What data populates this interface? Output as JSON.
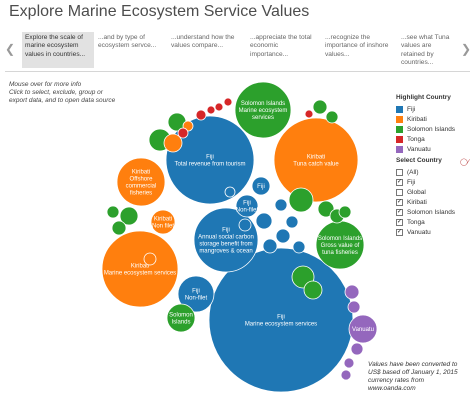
{
  "title": "Explore Marine Ecosystem Service Values",
  "story": {
    "prev_icon": "chevron-left-icon",
    "next_icon": "chevron-right-icon",
    "points": [
      {
        "lines": [
          "Explore the scale of",
          "marine ecosystem",
          "values in countries..."
        ],
        "active": true
      },
      {
        "lines": [
          "...and by type of",
          "ecosystem servce..."
        ],
        "active": false
      },
      {
        "lines": [
          "...understand how the",
          "values compare..."
        ],
        "active": false
      },
      {
        "lines": [
          "...appreciate the total",
          "economic",
          "importance..."
        ],
        "active": false
      },
      {
        "lines": [
          "...recognize the",
          "importance of inshore",
          "values..."
        ],
        "active": false
      },
      {
        "lines": [
          "...see what Tuna",
          "values are retained by",
          "countries..."
        ],
        "active": false
      }
    ]
  },
  "instructions": [
    "Mouse over for more info",
    "Click to select, exclude, group or",
    "export data, and to open data source"
  ],
  "colors": {
    "Fiji": "#1f77b4",
    "Kiribati": "#ff7f0e",
    "Solomon Islands": "#2ca02c",
    "Tonga": "#d62728",
    "Vanuatu": "#9467bd"
  },
  "legend": {
    "title": "Highlight Country",
    "items": [
      "Fiji",
      "Kiribati",
      "Solomon Islands",
      "Tonga",
      "Vanuatu"
    ]
  },
  "filter": {
    "title": "Select Country",
    "clear_icon": "clear-filter-icon",
    "options": [
      {
        "label": "(All)",
        "checked": false
      },
      {
        "label": "Fiji",
        "checked": true
      },
      {
        "label": "Global",
        "checked": false
      },
      {
        "label": "Kiribati",
        "checked": true
      },
      {
        "label": "Solomon Islands",
        "checked": true
      },
      {
        "label": "Tonga",
        "checked": true
      },
      {
        "label": "Vanuatu",
        "checked": true
      }
    ]
  },
  "footnote": [
    "Values have been converted to",
    "US$ based off January 1, 2015",
    "currency rates from",
    "www.oanda.com"
  ],
  "bubbles": [
    {
      "country": "Fiji",
      "lines": [
        "Fiji",
        "Marine ecosystem services"
      ]
    },
    {
      "country": "Fiji",
      "lines": [
        "Fiji",
        "Total revenue from  tourism"
      ]
    },
    {
      "country": "Kiribati",
      "lines": [
        "Kiribati",
        "Marine ecosystem services"
      ]
    },
    {
      "country": "Kiribati",
      "lines": [
        "Kiribati",
        "Tuna catch value"
      ]
    },
    {
      "country": "Fiji",
      "lines": [
        "Fiji",
        "Annual social carbon",
        "storage benefit from",
        "mangroves & ocean"
      ]
    },
    {
      "country": "Kiribati",
      "lines": [
        "Kiribati",
        "Offshore",
        "commercial",
        "fisheries"
      ]
    },
    {
      "country": "Solomon Islands",
      "lines": [
        "Solomon Islands",
        "Marine ecosystem",
        "services"
      ]
    },
    {
      "country": "Solomon Islands",
      "lines": [
        "Solomon Islands",
        "Gross value of",
        "tuna fisheries"
      ]
    },
    {
      "country": "Fiji",
      "lines": [
        "Fiji",
        "Non-filet"
      ]
    },
    {
      "country": "Solomon Islands",
      "lines": [
        "Solomon",
        "Islands"
      ]
    },
    {
      "country": "Vanuatu",
      "lines": [
        "Vanuatu"
      ]
    },
    {
      "country": "Kiribati",
      "lines": [
        "Kiribati",
        "Non filet"
      ]
    },
    {
      "country": "Fiji",
      "lines": [
        "Fiji",
        "Non-filet"
      ]
    },
    {
      "country": "Fiji",
      "lines": [
        "Fiji"
      ]
    },
    {
      "country": "Fiji",
      "lines": []
    },
    {
      "country": "Fiji",
      "lines": []
    },
    {
      "country": "Fiji",
      "lines": []
    },
    {
      "country": "Fiji",
      "lines": []
    },
    {
      "country": "Fiji",
      "lines": []
    },
    {
      "country": "Fiji",
      "lines": []
    },
    {
      "country": "Fiji",
      "lines": []
    },
    {
      "country": "Fiji",
      "lines": []
    },
    {
      "country": "Solomon Islands",
      "lines": []
    },
    {
      "country": "Solomon Islands",
      "lines": []
    },
    {
      "country": "Solomon Islands",
      "lines": []
    },
    {
      "country": "Solomon Islands",
      "lines": []
    },
    {
      "country": "Solomon Islands",
      "lines": []
    },
    {
      "country": "Solomon Islands",
      "lines": []
    },
    {
      "country": "Solomon Islands",
      "lines": []
    },
    {
      "country": "Solomon Islands",
      "lines": []
    },
    {
      "country": "Solomon Islands",
      "lines": []
    },
    {
      "country": "Solomon Islands",
      "lines": []
    },
    {
      "country": "Solomon Islands",
      "lines": []
    },
    {
      "country": "Solomon Islands",
      "lines": []
    },
    {
      "country": "Solomon Islands",
      "lines": []
    },
    {
      "country": "Kiribati",
      "lines": []
    },
    {
      "country": "Kiribati",
      "lines": []
    },
    {
      "country": "Kiribati",
      "lines": []
    },
    {
      "country": "Tonga",
      "lines": []
    },
    {
      "country": "Tonga",
      "lines": []
    },
    {
      "country": "Tonga",
      "lines": []
    },
    {
      "country": "Tonga",
      "lines": []
    },
    {
      "country": "Tonga",
      "lines": []
    },
    {
      "country": "Tonga",
      "lines": []
    },
    {
      "country": "Vanuatu",
      "lines": []
    },
    {
      "country": "Vanuatu",
      "lines": []
    },
    {
      "country": "Vanuatu",
      "lines": []
    },
    {
      "country": "Vanuatu",
      "lines": []
    },
    {
      "country": "Vanuatu",
      "lines": []
    }
  ]
}
